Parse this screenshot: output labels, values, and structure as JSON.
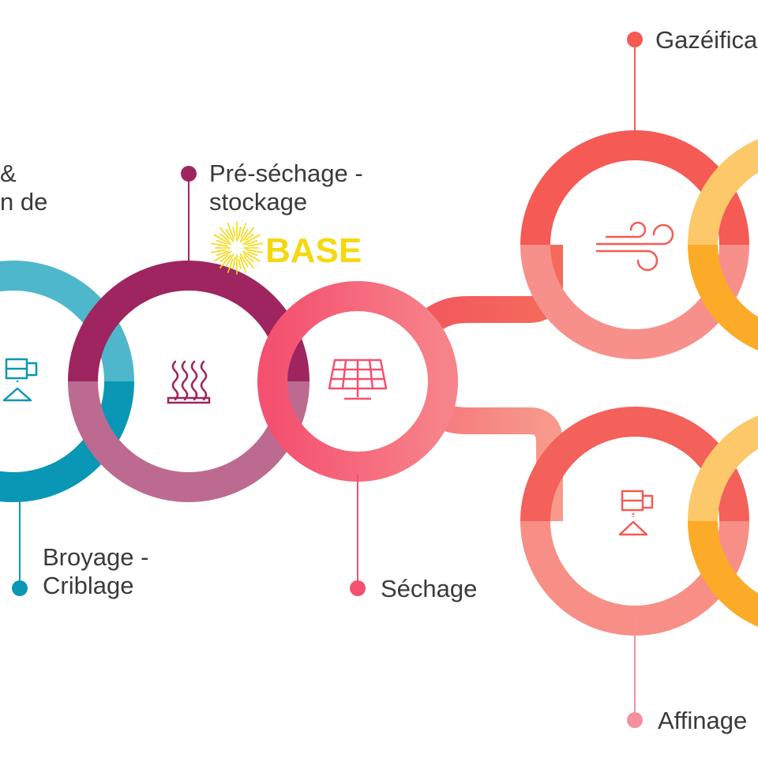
{
  "labels": {
    "crop_left": "&\nn de",
    "preheat": "Pré-séchage -\nstockage",
    "grind": "Broyage -\nCriblage",
    "dry": "Séchage",
    "gasify": "Gazéifica",
    "refine": "Affinage"
  },
  "logo": {
    "text": "BASE"
  },
  "colors": {
    "teal_top": "#4eb7cc",
    "teal_bottom": "#0a97b5",
    "plum_top": "#9e2560",
    "plum_bottom": "#bd6a91",
    "pink": "#f2607a",
    "coral": "#f15a5a",
    "salmon": "#f58f86",
    "amber_light": "#fdc86a",
    "amber": "#fbab27",
    "logo": "#f6d80f",
    "text": "#3a3a3a"
  },
  "icons": [
    "grinder-icon",
    "heat-waves-icon",
    "solar-panel-icon",
    "wind-icon",
    "grinder-icon"
  ]
}
